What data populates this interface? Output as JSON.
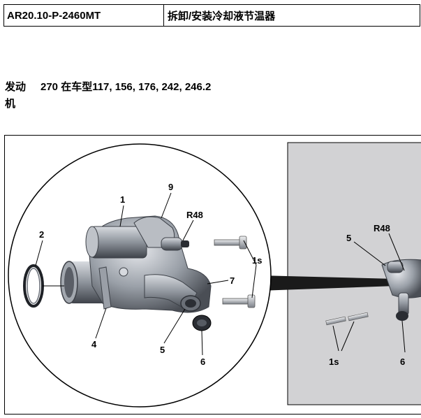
{
  "header": {
    "code": "AR20.10-P-2460MT",
    "title": "拆卸/安装冷却液节温器"
  },
  "engine": {
    "label_line1": "发动",
    "label_line2": "机",
    "models": "270 在车型117, 156, 176, 242, 246.2"
  },
  "figure": {
    "callouts_left": {
      "c1": "1",
      "c2": "2",
      "c4": "4",
      "c5": "5",
      "c6": "6",
      "c7": "7",
      "c9": "9",
      "r48": "R48",
      "c1s": "1s"
    },
    "callouts_right": {
      "c5": "5",
      "r48": "R48",
      "c1s": "1s",
      "c6": "6"
    },
    "colors": {
      "panel_bg": "#d2d2d4",
      "metal_dark": "#5b5f66",
      "metal_light": "#c9ccd1",
      "rubber": "#2a2d33"
    }
  }
}
